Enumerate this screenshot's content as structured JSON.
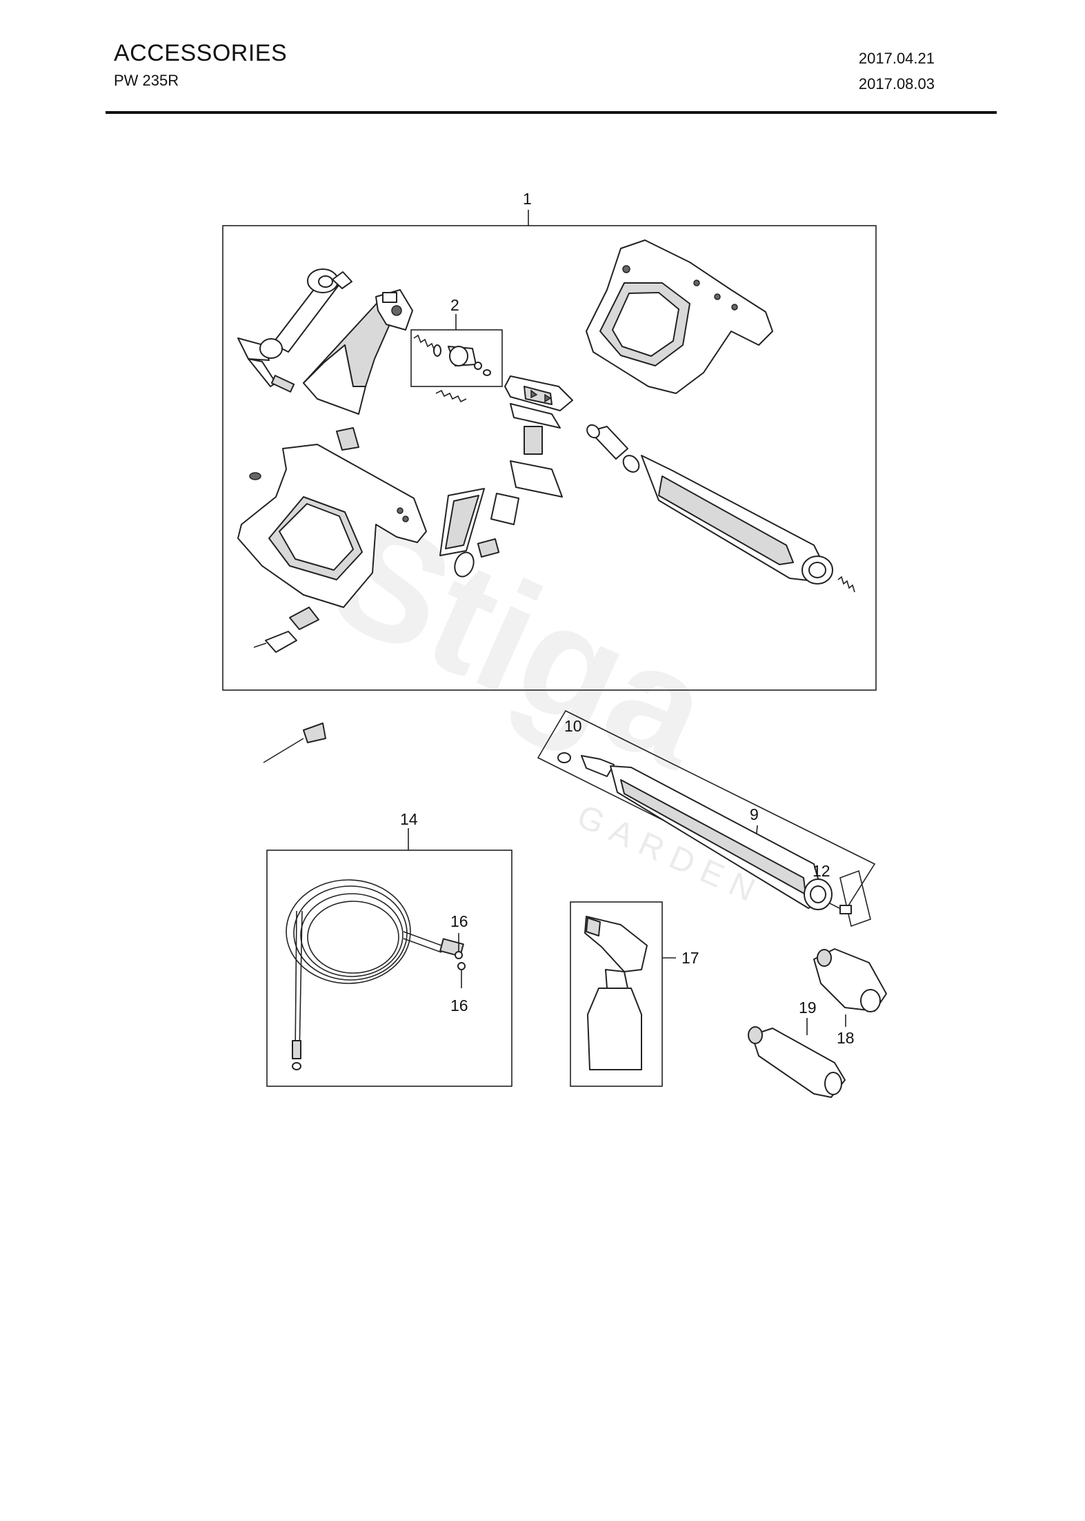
{
  "header": {
    "title": "ACCESSORIES",
    "model": "PW 235R",
    "date_created": "2017.04.21",
    "date_revised": "2017.08.03"
  },
  "watermark": {
    "brand": "Stiga",
    "sub": "GARDEN"
  },
  "callouts": {
    "c1": "1",
    "c2": "2",
    "c9": "9",
    "c10": "10",
    "c12": "12",
    "c14": "14",
    "c16a": "16",
    "c16b": "16",
    "c17": "17",
    "c18": "18",
    "c19": "19"
  }
}
